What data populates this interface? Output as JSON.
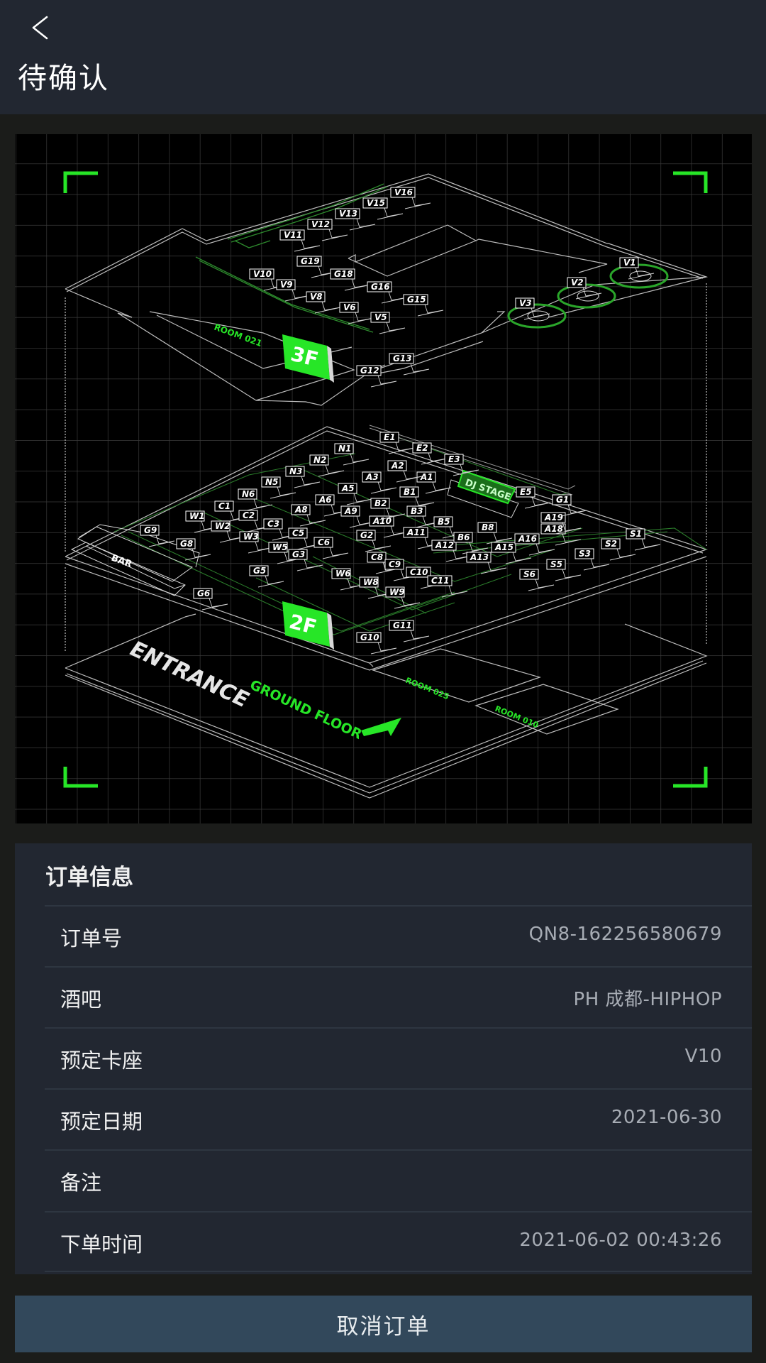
{
  "header": {
    "back_icon": "chevron-left-icon",
    "title": "待确认"
  },
  "map": {
    "colors": {
      "accent_green": "#27e627",
      "grid": "#3a3a3a",
      "background": "#000000",
      "line": "#bfbfbf"
    },
    "floors": [
      {
        "name": "3F",
        "rooms": [
          "ROOM 021"
        ],
        "seats": [
          "V16",
          "V15",
          "V13",
          "V12",
          "V11",
          "G19",
          "V10",
          "G18",
          "V9",
          "G16",
          "V8",
          "G15",
          "V6",
          "V5",
          "V1",
          "V2",
          "V3",
          "G13",
          "G12"
        ]
      },
      {
        "name": "2F",
        "areas": [
          "DJ STAGE",
          "BAR"
        ],
        "seats": [
          "E1",
          "E2",
          "E3",
          "N1",
          "N2",
          "N3",
          "N5",
          "N6",
          "A1",
          "A2",
          "A3",
          "A5",
          "A6",
          "A8",
          "A9",
          "A10",
          "A11",
          "A12",
          "A13",
          "A15",
          "A16",
          "A18",
          "A19",
          "B1",
          "B2",
          "B3",
          "B5",
          "B6",
          "B8",
          "C1",
          "C2",
          "C3",
          "C5",
          "C6",
          "C8",
          "C9",
          "C10",
          "C11",
          "W1",
          "W2",
          "W3",
          "W5",
          "W6",
          "W8",
          "W9",
          "G1",
          "G2",
          "G3",
          "G5",
          "G6",
          "G8",
          "G9",
          "G10",
          "G11",
          "E5",
          "S1",
          "S2",
          "S3",
          "S5",
          "S6"
        ]
      },
      {
        "name": "GROUND FLOOR",
        "entrance_label": "ENTRANCE",
        "entrance_sub": "GROUND FLOOR",
        "rooms": [
          "ROOM 025",
          "ROOM 010"
        ]
      }
    ],
    "labels": {
      "3f_sign": "3F",
      "2f_sign": "2F",
      "room_021": "ROOM 021",
      "room_025": "ROOM 025",
      "room_010": "ROOM 010",
      "dj_stage": "DJ STAGE",
      "bar": "BAR",
      "ground_floor": "GROUND FLOOR",
      "entrance": "ENTRANCE"
    }
  },
  "order": {
    "title": "订单信息",
    "rows": [
      {
        "label": "订单号",
        "value": "QN8-162256580679"
      },
      {
        "label": "酒吧",
        "value": "PH 成都-HIPHOP"
      },
      {
        "label": "预定卡座",
        "value": "V10"
      },
      {
        "label": "预定日期",
        "value": "2021-06-30"
      },
      {
        "label": "备注",
        "value": ""
      },
      {
        "label": "下单时间",
        "value": "2021-06-02 00:43:26"
      }
    ]
  },
  "actions": {
    "cancel_label": "取消订单"
  }
}
